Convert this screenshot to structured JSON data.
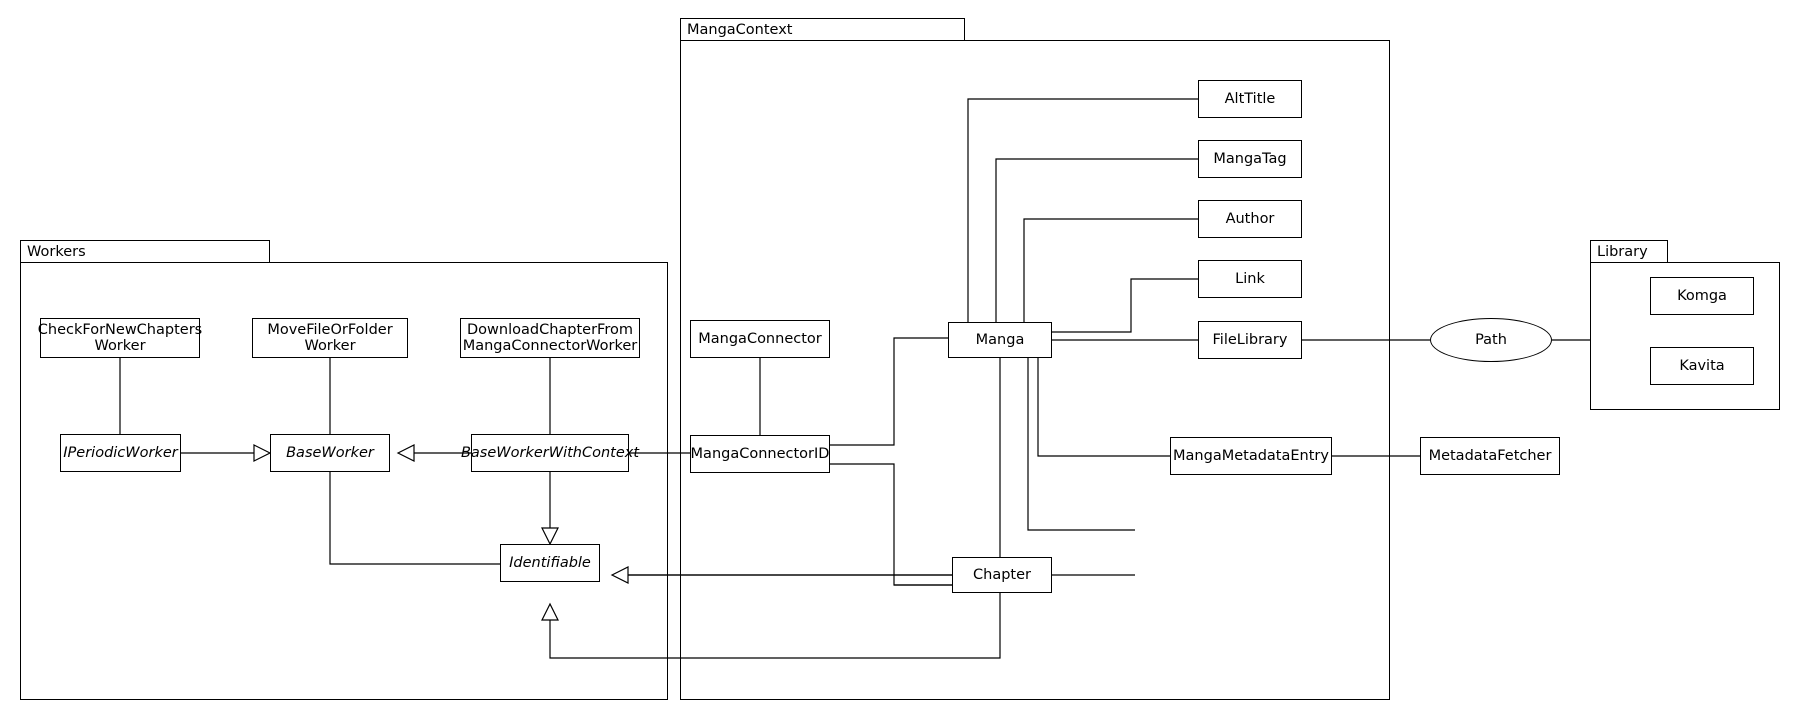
{
  "diagram": {
    "title": "Manga architecture class diagram",
    "background": "#ffffff",
    "stroke": "#000000"
  },
  "packages": [
    {
      "id": "workers",
      "label": "Workers"
    },
    {
      "id": "mangacontext",
      "label": "MangaContext"
    },
    {
      "id": "library",
      "label": "Library"
    }
  ],
  "nodes": {
    "check_for_new_chapters_worker": "CheckForNewChapters\nWorker",
    "move_file_or_folder_worker": "MoveFileOrFolder\nWorker",
    "download_chapter_from_manga_connector_worker": "DownloadChapterFrom\nMangaConnectorWorker",
    "iperiodic_worker": "IPeriodicWorker",
    "base_worker": "BaseWorker",
    "base_worker_with_context": "BaseWorkerWithContext",
    "identifiable": "Identifiable",
    "manga_connector": "MangaConnector",
    "manga_connector_id": "MangaConnectorID",
    "manga": "Manga",
    "chapter": "Chapter",
    "alt_title": "AltTitle",
    "manga_tag": "MangaTag",
    "author": "Author",
    "link": "Link",
    "file_library": "FileLibrary",
    "manga_metadata_entry": "MangaMetadataEntry",
    "metadata_fetcher": "MetadataFetcher",
    "path": "Path",
    "komga": "Komga",
    "kavita": "Kavita"
  }
}
